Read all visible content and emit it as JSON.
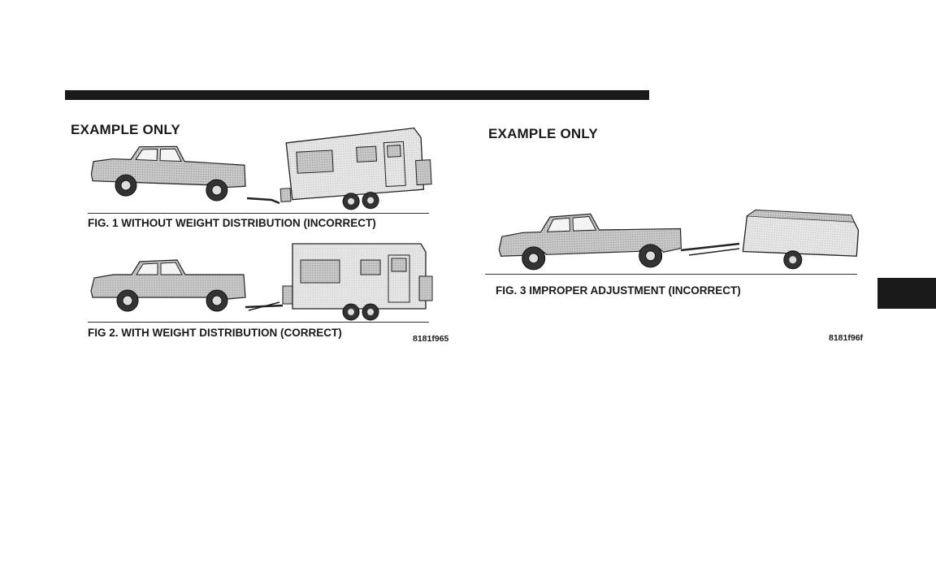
{
  "left_panel": {
    "heading": "EXAMPLE ONLY",
    "fig1_caption": "FIG. 1  WITHOUT WEIGHT DISTRIBUTION  (INCORRECT)",
    "fig2_caption": "FIG 2.  WITH WEIGHT DISTRIBUTION  (CORRECT)",
    "figure_code": "8181f965"
  },
  "right_panel": {
    "heading": "EXAMPLE ONLY",
    "fig3_caption": "FIG. 3  IMPROPER ADJUSTMENT  (INCORRECT)",
    "figure_code": "8181f96f"
  }
}
